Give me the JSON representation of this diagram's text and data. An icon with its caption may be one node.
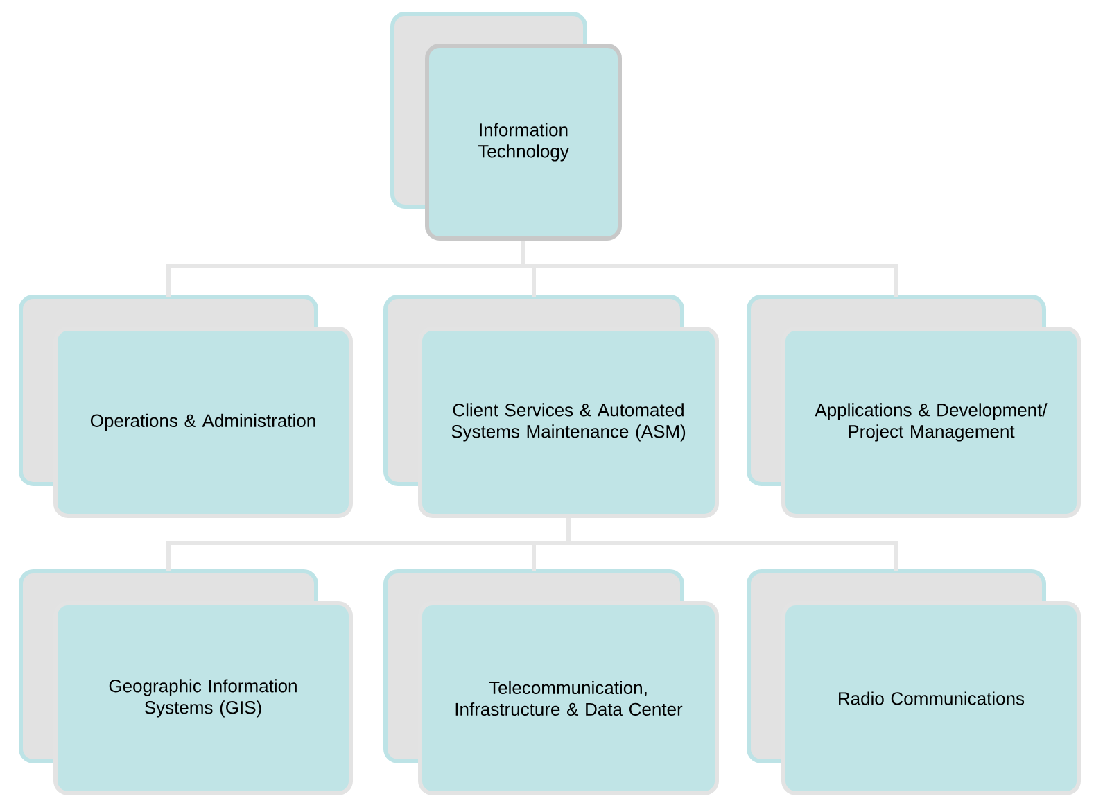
{
  "diagram": {
    "nodes": [
      {
        "text": [
          "Information Technology"
        ]
      },
      {
        "text": [
          "Operations & Administration"
        ]
      },
      {
        "text": [
          "Client Services & Automated Systems Maintenance (ASM)"
        ]
      },
      {
        "text": [
          "Applications & Development/ Project Management"
        ]
      },
      {
        "text": [
          "Geographic Information Systems (GIS)"
        ]
      },
      {
        "text": [
          "Telecommunication, Infrastructure & Data Center"
        ]
      },
      {
        "text": [
          "Radio Communications"
        ]
      }
    ],
    "edges": [
      {
        "from": 0,
        "to": 1,
        "arrow": "none"
      },
      {
        "from": 0,
        "to": 2,
        "arrow": "none"
      },
      {
        "from": 0,
        "to": 3,
        "arrow": "none"
      },
      {
        "from": 2,
        "to": 4,
        "arrow": "none"
      },
      {
        "from": 2,
        "to": 5,
        "arrow": "none"
      },
      {
        "from": 2,
        "to": 6,
        "arrow": "none"
      }
    ]
  }
}
